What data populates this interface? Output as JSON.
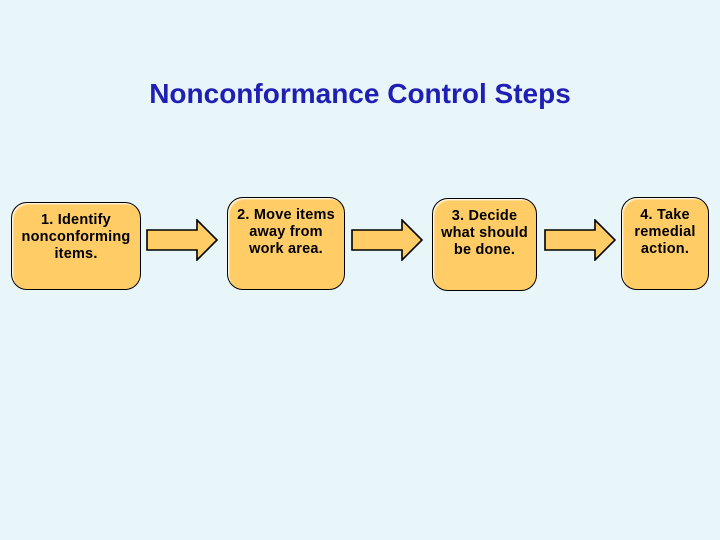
{
  "title": "Nonconformance Control Steps",
  "steps": [
    {
      "label": "1. Identify nonconforming items.",
      "lines": [
        "1. Identify",
        "nonconforming",
        "items."
      ]
    },
    {
      "label": "2. Move items away from work area.",
      "lines": [
        "2. Move items",
        "away from",
        "work area."
      ]
    },
    {
      "label": "3. Decide what should be done.",
      "lines": [
        "3. Decide",
        "what should",
        "be done."
      ]
    },
    {
      "label": "4. Take remedial action.",
      "lines": [
        "4. Take",
        "remedial",
        "action."
      ]
    }
  ],
  "colors": {
    "background": "#E8F6FA",
    "title_text": "#1F1FB4",
    "box_fill": "#FFCC66",
    "box_border": "#000000",
    "box_text": "#000000",
    "arrow_fill": "#FFCC66"
  }
}
